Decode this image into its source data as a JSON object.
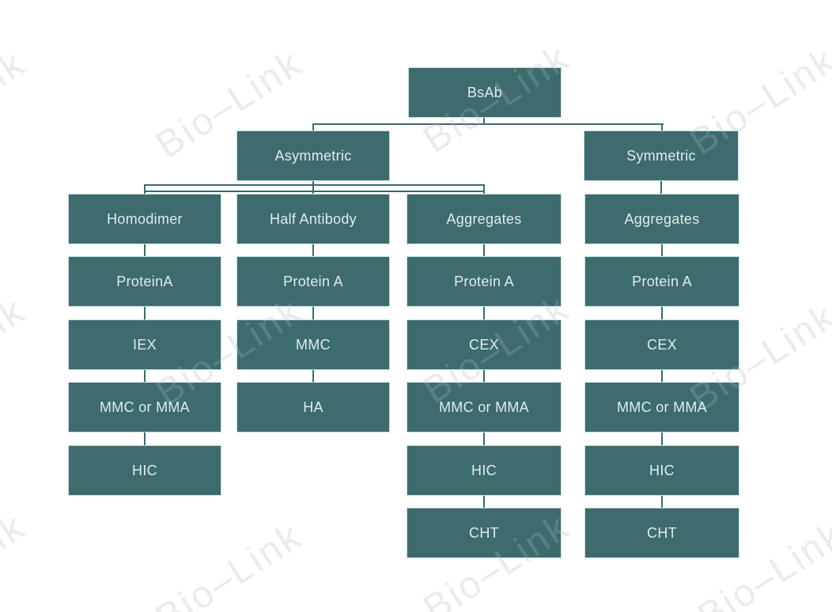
{
  "watermark": {
    "text": "Bio–Link"
  },
  "palette": {
    "background": "#ffffff",
    "box_fill": "#3d6b6e",
    "box_border": "#c9dfe0",
    "box_label": "#e0edec",
    "connector": "#3c6a6d",
    "watermark_color": "#e8e8e8"
  },
  "diagram": {
    "root": {
      "label": "BsAb"
    },
    "branches": [
      {
        "label": "Asymmetric",
        "children": [
          {
            "label": "Homodimer",
            "steps": [
              "ProteinA",
              "IEX",
              "MMC or MMA",
              "HIC"
            ]
          },
          {
            "label": "Half Antibody",
            "steps": [
              "Protein A",
              "MMC",
              "HA"
            ]
          },
          {
            "label": "Aggregates",
            "steps": [
              "Protein A",
              "CEX",
              "MMC or MMA",
              "HIC",
              "CHT"
            ]
          }
        ]
      },
      {
        "label": "Symmetric",
        "children": [
          {
            "label": "Aggregates",
            "steps": [
              "Protein A",
              "CEX",
              "MMC or MMA",
              "HIC",
              "CHT"
            ]
          }
        ]
      }
    ]
  }
}
